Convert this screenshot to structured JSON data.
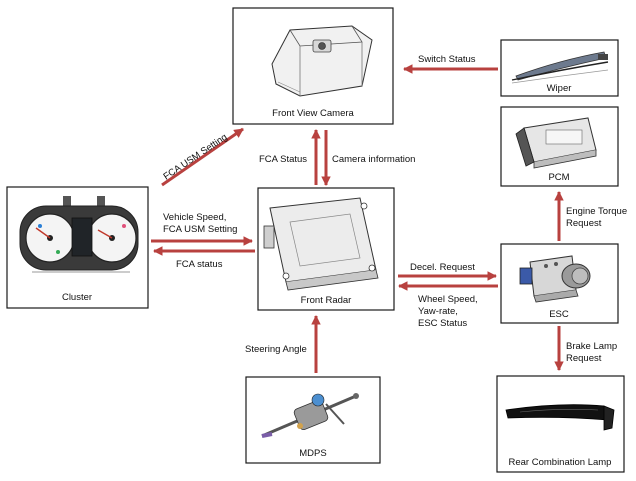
{
  "colors": {
    "arrow": "#b8413f",
    "box_border": "#1a1a1a",
    "background": "#ffffff"
  },
  "components": {
    "front_view_camera": "Front View Camera",
    "wiper": "Wiper",
    "pcm": "PCM",
    "cluster": "Cluster",
    "front_radar": "Front Radar",
    "esc": "ESC",
    "mdps": "MDPS",
    "rear_combination_lamp": "Rear Combination Lamp"
  },
  "signals": {
    "switch_status": "Switch Status",
    "fca_usm_setting": "FCA USM Setting",
    "fca_status_up": "FCA Status",
    "camera_information": "Camera information",
    "vehicle_speed_line1": "Vehicle Speed,",
    "vehicle_speed_line2": "FCA USM Setting",
    "fca_status_left": "FCA status",
    "engine_torque_line1": "Engine Torque",
    "engine_torque_line2": "Request",
    "decel_request": "Decel. Request",
    "wheel_speed_line1": "Wheel Speed,",
    "wheel_speed_line2": "Yaw-rate,",
    "wheel_speed_line3": "ESC Status",
    "brake_lamp_line1": "Brake Lamp",
    "brake_lamp_line2": "Request",
    "steering_angle": "Steering Angle"
  }
}
